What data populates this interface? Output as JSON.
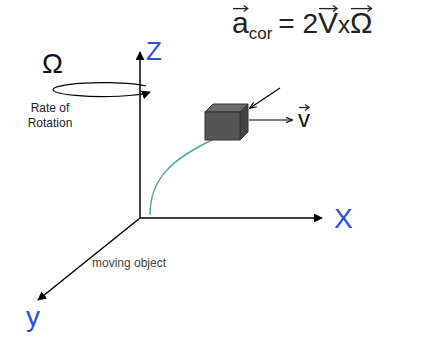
{
  "diagram": {
    "labels": [
      "a",
      "cor",
      "= 2",
      "V",
      "x",
      "Ω",
      "Ω",
      "Rate of Rotation",
      "Z",
      "X",
      "y",
      "v",
      "moving object"
    ]
  }
}
